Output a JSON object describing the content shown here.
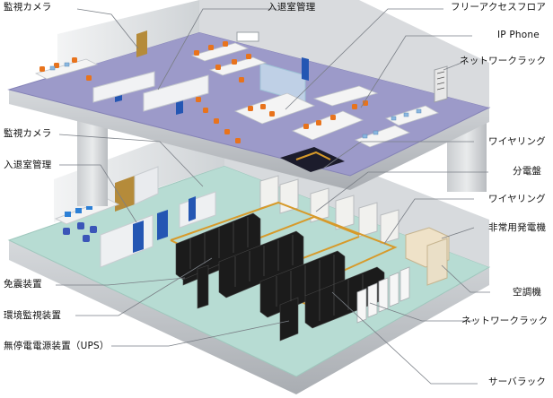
{
  "labels": {
    "camera_top": "監視カメラ",
    "access_top": "入退室管理",
    "free_access": "フリーアクセスフロア",
    "ip_phone": "IP Phone",
    "net_rack_top": "ネットワークラック",
    "camera_bottom": "監視カメラ",
    "access_bottom": "入退室管理",
    "wiring_1": "ワイヤリング",
    "panel": "分電盤",
    "wiring_2": "ワイヤリング",
    "generator": "非常用発電機",
    "seismic": "免震装置",
    "aircon": "空調機",
    "net_rack_bottom": "ネットワークラック",
    "env_monitor": "環境監視装置",
    "ups": "無停電電源装置（UPS）",
    "server_rack": "サーバラック"
  },
  "colors": {
    "office_floor": "#9c9ac9",
    "office_floor_dark": "#7e7cb3",
    "server_floor": "#b7dcd3",
    "slab_side": "#bfc3c8",
    "wall": "#e6e8ea",
    "wiring": "#d79a2a",
    "chair_orange": "#e8731c",
    "chair_blue": "#3b56b8",
    "rack": "#1b1b1b",
    "leader": "#7a7f86"
  }
}
